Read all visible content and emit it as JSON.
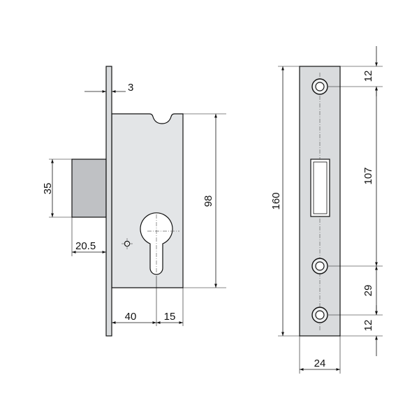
{
  "colors": {
    "background": "#ffffff",
    "line": "#111111",
    "body_fill": "#e3e5e7",
    "faceplate_fill": "#d9dbdd",
    "bolt_fill": "#bfc1c4",
    "slot_fill": "#ffffff"
  },
  "side_view": {
    "dimensions": {
      "faceplate_thickness": "3",
      "bolt_height": "35",
      "bolt_throw": "20.5",
      "body_height": "98",
      "backset": "40",
      "cylinder_offset": "15"
    }
  },
  "front_view": {
    "dimensions": {
      "top_screw_offset": "12",
      "screw_spacing_upper": "107",
      "screw_spacing_lower": "29",
      "bottom_screw_offset": "12",
      "faceplate_length": "160",
      "faceplate_width": "24"
    }
  }
}
